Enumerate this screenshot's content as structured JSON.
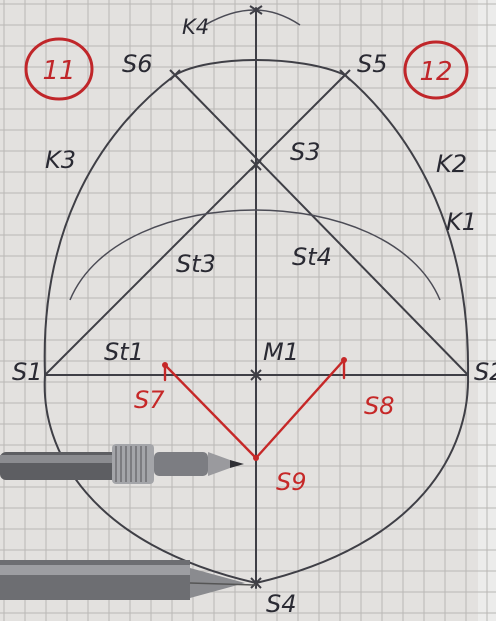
{
  "page_numbers": {
    "left": "11",
    "right": "12"
  },
  "labels": {
    "K4": "K4",
    "S6": "S6",
    "S5": "S5",
    "K3": "K3",
    "S3": "S3",
    "K2": "K2",
    "K1": "K1",
    "St3": "St3",
    "St4": "St4",
    "S1": "S1",
    "St1": "St1",
    "M1": "M1",
    "S2": "S2",
    "S7": "S7",
    "S8": "S8",
    "S9": "S9",
    "S4": "S4"
  },
  "colors": {
    "paper": "#e3e1df",
    "pencil": "#3f3f46",
    "red_ink": "#c62828"
  }
}
